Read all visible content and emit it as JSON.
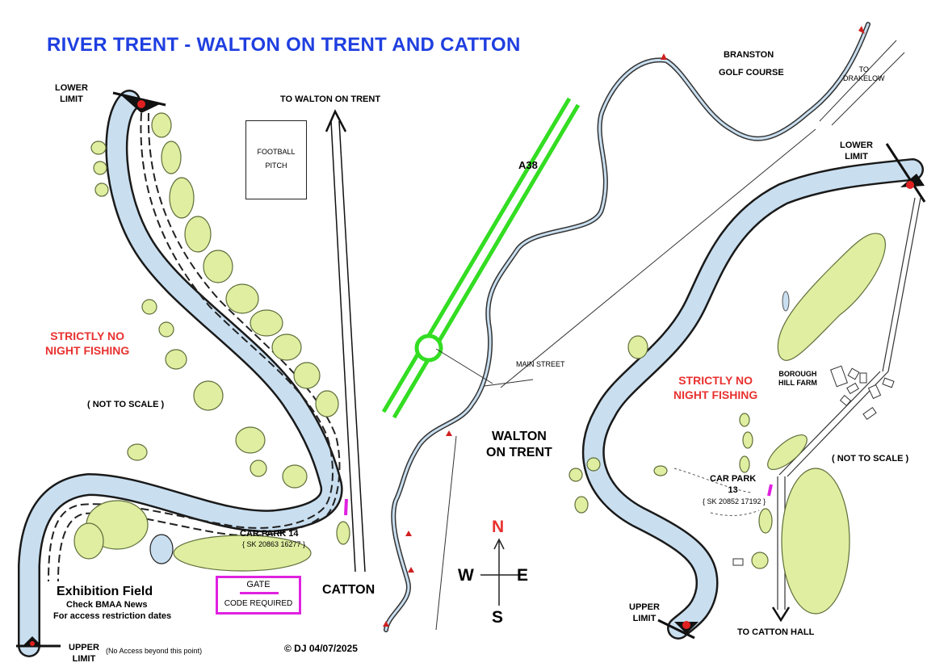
{
  "title": "RIVER TRENT - WALTON ON TRENT AND CATTON",
  "colors": {
    "title": "#1f3fe0",
    "river": "#c9dff0",
    "trees": "#dfeea0",
    "a38": "#33dd22",
    "warning": "#e8312f",
    "gate": "#e021e0",
    "compass_n": "#e8312f"
  },
  "left_map": {
    "lower_limit": "LOWER\nLIMIT",
    "upper_limit": "UPPER\nLIMIT",
    "no_access": "(No Access beyond this point)",
    "no_night_fishing": "STRICTLY NO\nNIGHT FISHING",
    "not_to_scale": "( NOT TO SCALE )",
    "exhibition_field": "Exhibition Field",
    "check_news": "Check BMAA News",
    "access_dates": "For access restriction dates",
    "car_park": "CAR PARK 14",
    "car_park_ref": "{ SK 20863 16277 }",
    "gate": "GATE",
    "code_required": "CODE REQUIRED",
    "football_pitch": "FOOTBALL\nPITCH",
    "to_walton": "TO WALTON ON TRENT",
    "catton": "CATTON",
    "copyright": "© DJ  04/07/2025"
  },
  "middle": {
    "a38": "A38",
    "main_street": "MAIN STREET",
    "walton": "WALTON\nON TRENT",
    "compass": {
      "n": "N",
      "s": "S",
      "e": "E",
      "w": "W"
    }
  },
  "right_map": {
    "branston": "BRANSTON",
    "golf_course": "GOLF COURSE",
    "to_drakelow": "TO\nDRAKELOW",
    "lower_limit": "LOWER\nLIMIT",
    "upper_limit": "UPPER\nLIMIT",
    "no_night_fishing": "STRICTLY NO\nNIGHT FISHING",
    "borough_hill": "BOROUGH\nHILL FARM",
    "not_to_scale": "( NOT TO SCALE )",
    "car_park": "CAR PARK\n13",
    "car_park_ref": "{ SK 20852 17192 }",
    "to_catton_hall": "TO CATTON HALL"
  }
}
